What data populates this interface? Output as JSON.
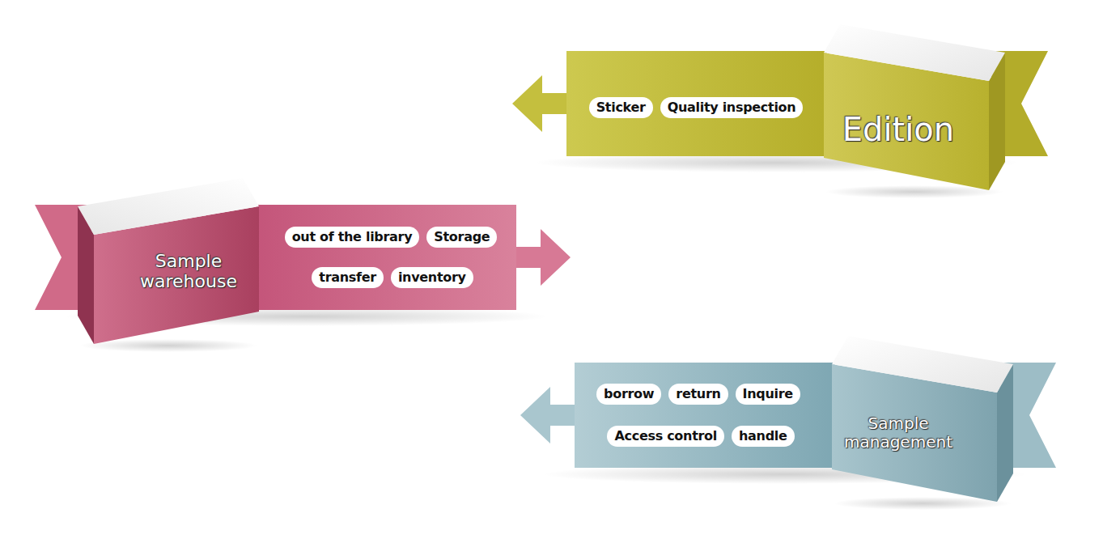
{
  "diagram": {
    "nodes": [
      {
        "text": [
          "Edition"
        ]
      },
      {
        "text": [
          "Sticker"
        ],
        "in": 0
      },
      {
        "text": [
          "Quality inspection"
        ],
        "in": 0
      },
      {
        "text": [
          "Sample warehouse"
        ]
      },
      {
        "text": [
          "out of the library"
        ],
        "in": 3
      },
      {
        "text": [
          "Storage"
        ],
        "in": 3
      },
      {
        "text": [
          "transfer"
        ],
        "in": 3
      },
      {
        "text": [
          "inventory"
        ],
        "in": 3
      },
      {
        "text": [
          "Sample management"
        ]
      },
      {
        "text": [
          "borrow"
        ],
        "in": 8
      },
      {
        "text": [
          "return"
        ],
        "in": 8
      },
      {
        "text": [
          "Inquire"
        ],
        "in": 8
      },
      {
        "text": [
          "Access control"
        ],
        "in": 8
      },
      {
        "text": [
          "handle"
        ],
        "in": 8
      }
    ]
  }
}
